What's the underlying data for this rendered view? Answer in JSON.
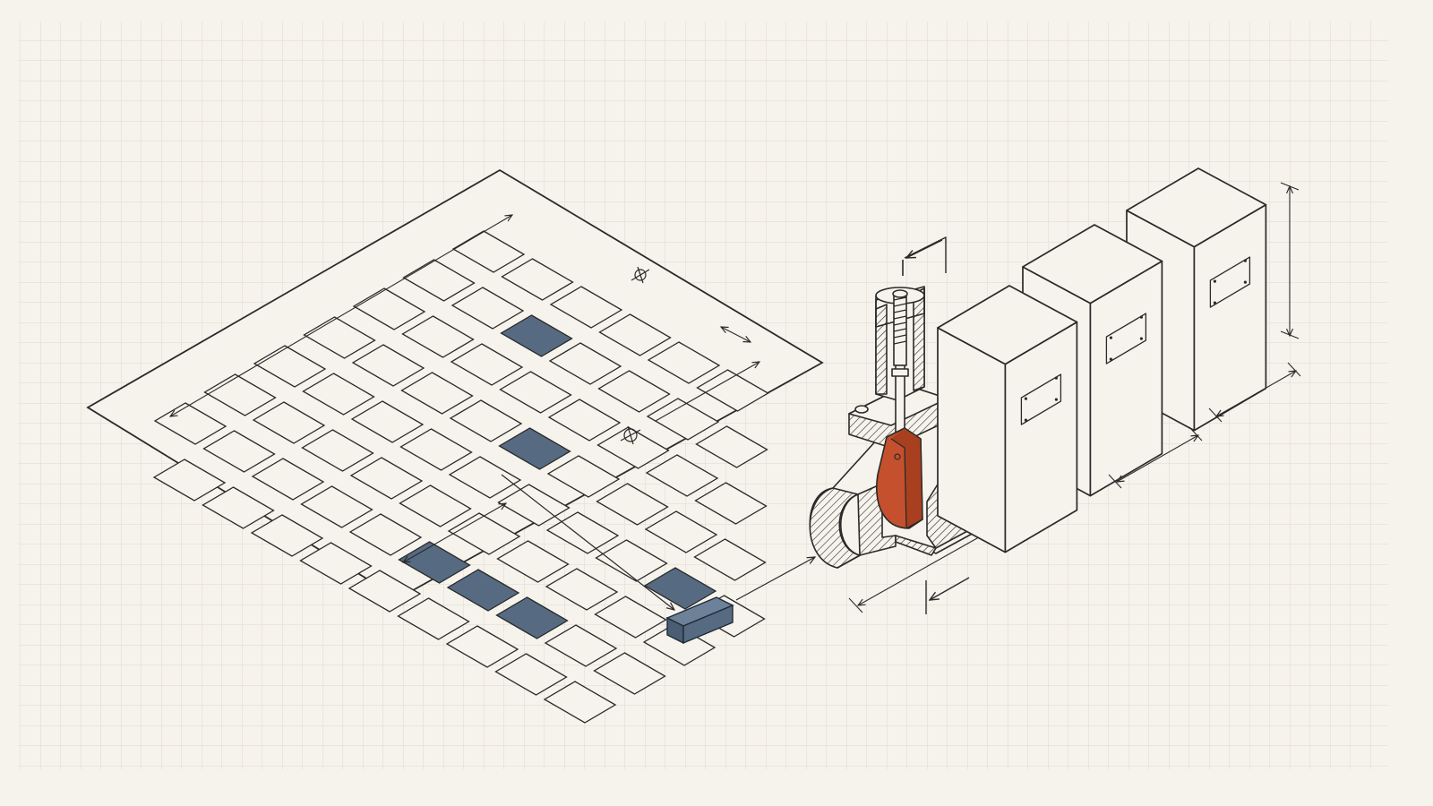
{
  "colors": {
    "paper": "#f6f3ec",
    "grid": "#d9d5cc",
    "ink": "#2a2a2a",
    "highlight": "#566b82",
    "accent": "#c4502e"
  },
  "sheet": {
    "rows": 8,
    "cols": 10,
    "highlighted_cells": [
      [
        1,
        2
      ],
      [
        3,
        4
      ],
      [
        4,
        8
      ],
      [
        6,
        5
      ],
      [
        6,
        6
      ],
      [
        6,
        7
      ]
    ],
    "crosshair_icon": "crosshair-icon"
  },
  "part": {
    "icon": "block-icon"
  },
  "valve": {
    "icon": "gate-valve-cutaway-icon",
    "gate_color": "accent"
  },
  "cabinets": {
    "count": 3,
    "icon": "cabinet-icon"
  }
}
